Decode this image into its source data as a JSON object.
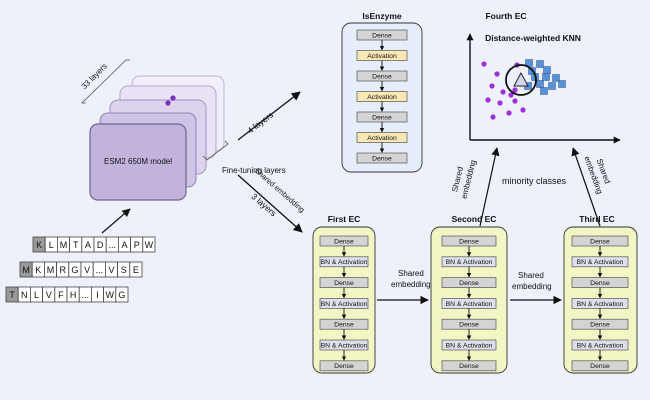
{
  "esm": {
    "layers_label": "33 layers",
    "model_label": "ESM2 650M model",
    "fine_tuning_label": "Fine-tuning layers"
  },
  "sequences": [
    [
      "K",
      "L",
      "M",
      "T",
      "A",
      "D",
      "...",
      "A",
      "P",
      "W"
    ],
    [
      "M",
      "K",
      "M",
      "R",
      "G",
      "V",
      "...",
      "V",
      "S",
      "E"
    ],
    [
      "T",
      "N",
      "L",
      "V",
      "F",
      "H",
      "...",
      "I",
      "W",
      "G"
    ]
  ],
  "branches": {
    "four_layers": "4 layers",
    "shared_embedding": "Shared embedding",
    "three_layers": "3 layers"
  },
  "isenzyme": {
    "title": "IsEnzyme",
    "blocks": [
      "Dense",
      "Activation",
      "Dense",
      "Activation",
      "Dense",
      "Activation",
      "Dense"
    ]
  },
  "ec_blocks": [
    "Dense",
    "BN & Activation",
    "Dense",
    "BN & Activation",
    "Dense",
    "BN & Activation",
    "Dense"
  ],
  "first_ec": {
    "title": "First EC"
  },
  "second_ec": {
    "title": "Second EC"
  },
  "third_ec": {
    "title": "Third EC"
  },
  "fourth_ec": {
    "title": "Fourth EC",
    "subtitle": "Distance-weighted KNN"
  },
  "shared_embedding_line1": "Shared",
  "shared_embedding_line2": "embedding",
  "minority_classes": "minority classes",
  "colors": {
    "background": "#eef0fa",
    "isenzyme_panel": "#e6eefc",
    "ec_panel": "#f3f6c4",
    "dense_block": "#d4d4d4",
    "activation_block": "#fbe7b4",
    "model_purple": "#c2b3dc",
    "dot_purple": "#9b30d9",
    "square_blue": "#5b8fd6"
  }
}
